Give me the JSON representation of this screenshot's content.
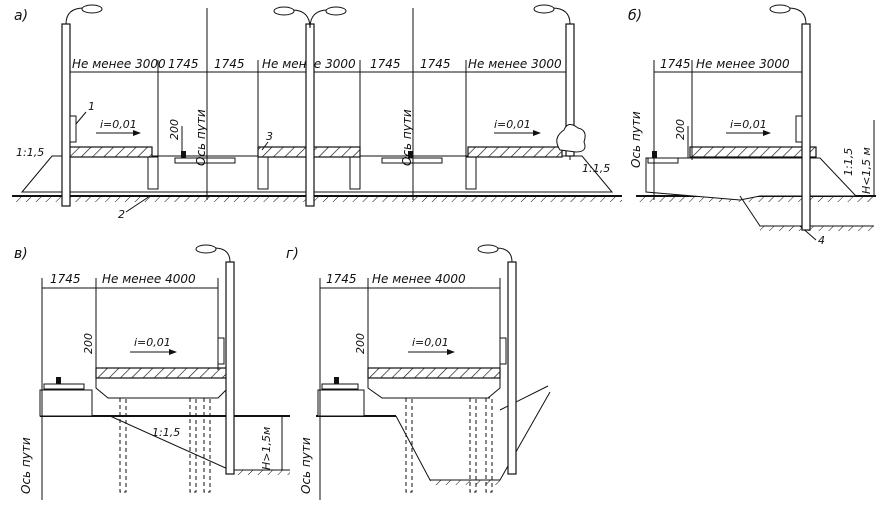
{
  "panels": {
    "a": "а)",
    "b": "б)",
    "v": "в)",
    "g": "г)"
  },
  "dims": {
    "not_less_3000": "Не менее 3000",
    "not_less_4000": "Не менее 4000",
    "d1745": "1745",
    "d200": "200"
  },
  "labels": {
    "track_axis": "Ось пути",
    "slope_i": "i=0,01",
    "slope_i_alt": "i=0,01",
    "slope_15": "1:1,5",
    "h_less": "H<1,5 м",
    "h_more": "H>1,5м"
  },
  "callouts": {
    "c1": "1",
    "c2": "2",
    "c3": "3",
    "c4": "4"
  },
  "colors": {
    "ink": "#111111",
    "paper": "#ffffff"
  }
}
